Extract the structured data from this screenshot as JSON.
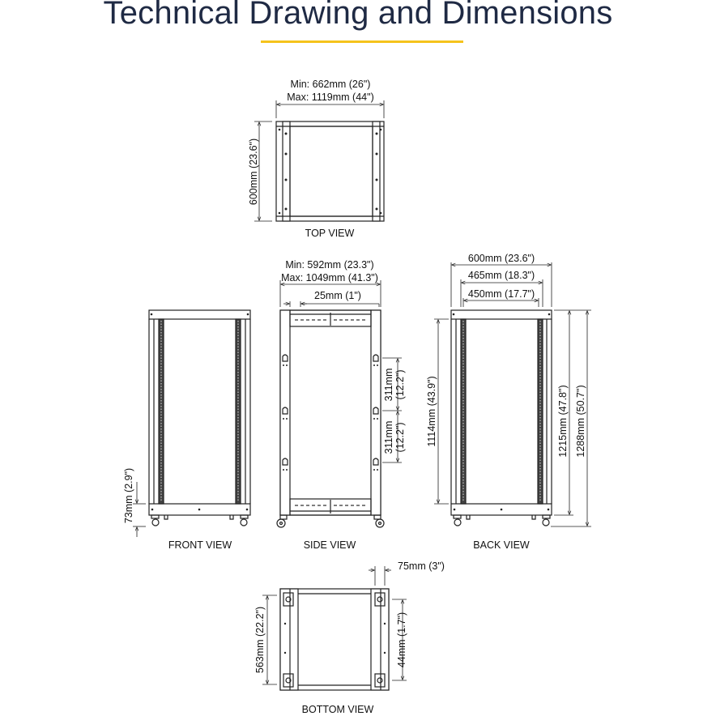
{
  "title": "Technical Drawing and Dimensions",
  "colors": {
    "accent": "#f5c31c",
    "line": "#222222",
    "title": "#1f2a44"
  },
  "views": {
    "top": {
      "label": "TOP VIEW",
      "width_min": "Min: 662mm (26\")",
      "width_max": "Max: 1119mm (44\")",
      "depth": "600mm (23.6\")"
    },
    "front": {
      "label": "FRONT VIEW",
      "base_height": "73mm (2.9\")"
    },
    "side": {
      "label": "SIDE VIEW",
      "depth_min": "Min: 592mm (23.3\")",
      "depth_max": "Max: 1049mm (41.3\")",
      "slot": "25mm (1\")",
      "spacing_upper": "311mm\n(12.2\")",
      "spacing_upper_a": "311mm",
      "spacing_upper_b": "(12.2\")",
      "spacing_lower_a": "311mm",
      "spacing_lower_b": "(12.2\")"
    },
    "back": {
      "label": "BACK VIEW",
      "outer_width": "600mm (23.6\")",
      "rail_width": "465mm (18.3\")",
      "inner_width": "450mm (17.7\")",
      "rail_height": "1114mm (43.9\")",
      "frame_height": "1215mm (47.8\")",
      "total_height": "1288mm (50.7\")"
    },
    "bottom": {
      "label": "BOTTOM VIEW",
      "caster_offset": "75mm (3\")",
      "depth": "563mm (22.2\")",
      "edge_offset": "44mm (1.7\")"
    }
  }
}
